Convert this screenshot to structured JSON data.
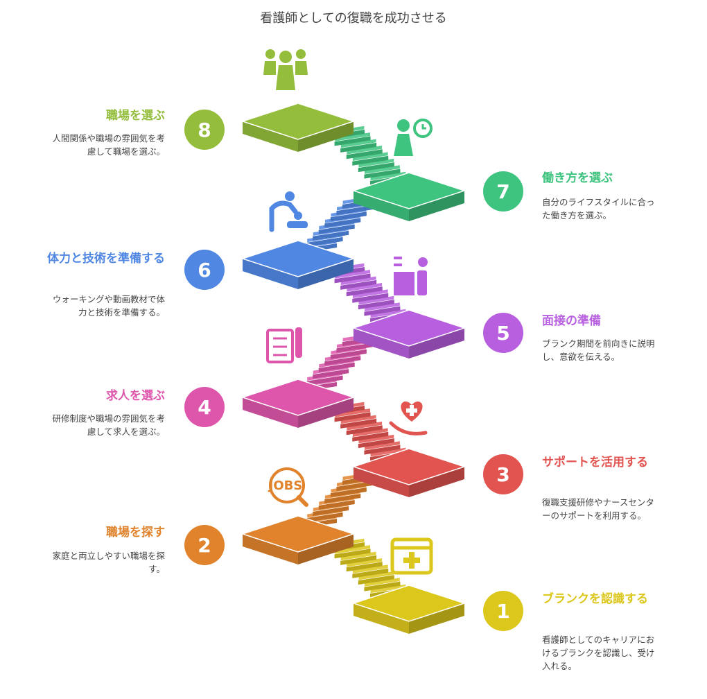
{
  "title": "看護師としての復職を成功させる",
  "steps": [
    {
      "number": "1",
      "title": "ブランクを認識する",
      "desc": "看護師としてのキャリアにおけるブランクを認識し、受け入れる。",
      "color": "#DCC71C",
      "icon": "calendar-plus-icon"
    },
    {
      "number": "2",
      "title": "職場を探す",
      "desc": "家庭と両立しやすい職場を探す。",
      "color": "#E0832C",
      "icon": "jobs-search-icon"
    },
    {
      "number": "3",
      "title": "サポートを活用する",
      "desc": "復職支援研修やナースセンターのサポートを利用する。",
      "color": "#E25450",
      "icon": "hand-heart-icon"
    },
    {
      "number": "4",
      "title": "求人を選ぶ",
      "desc": "研修制度や職場の雰囲気を考慮して求人を選ぶ。",
      "color": "#DD56AB",
      "icon": "checklist-pen-icon"
    },
    {
      "number": "5",
      "title": "面接の準備",
      "desc": "ブランク期間を前向きに説明し、意欲を伝える。",
      "color": "#B85FE0",
      "icon": "desk-person-icon"
    },
    {
      "number": "6",
      "title": "体力と技術を準備する",
      "desc": "ウォーキングや動画教材で体力と技術を準備する。",
      "color": "#4F87E3",
      "icon": "caregiver-icon"
    },
    {
      "number": "7",
      "title": "働き方を選ぶ",
      "desc": "自分のライフスタイルに合った働き方を選ぶ。",
      "color": "#3EC47F",
      "icon": "nurse-clock-icon"
    },
    {
      "number": "8",
      "title": "職場を選ぶ",
      "desc": "人間関係や職場の雰囲気を考慮して職場を選ぶ。",
      "color": "#93BD3A",
      "icon": "team-icon"
    }
  ]
}
